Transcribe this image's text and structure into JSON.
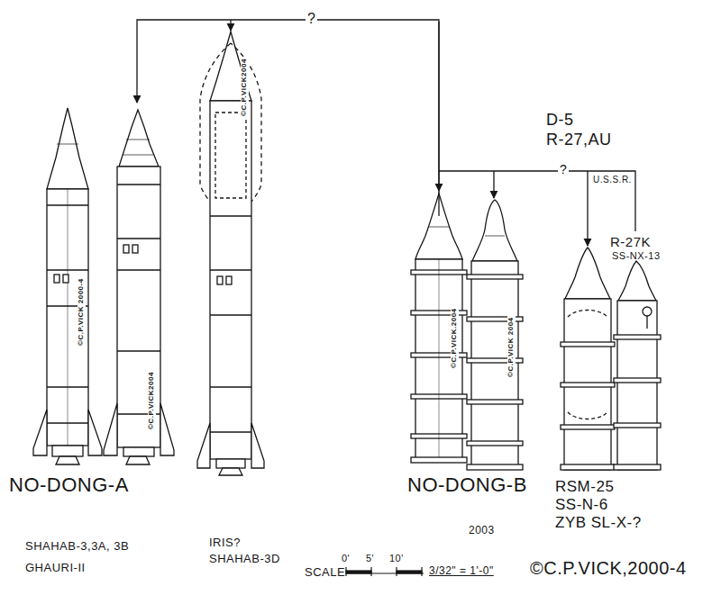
{
  "diagram": {
    "labels": [
      "?",
      "D-5",
      "R-27,AU",
      "?",
      "U.S.S.R.",
      "R-27K",
      "SS-NX-13",
      "©C.P.VICK 2000-4",
      "©C.P.VICK2004",
      "©C.P.VICK2004",
      "©C.P.VICK.2004",
      "©C.P.VICK 2004",
      "NO-DONG-A",
      "NO-DONG-B",
      "RSM-25",
      "SS-N-6",
      "ZYB SL-X-?",
      "2003",
      "SHAHAB-3,3A, 3B",
      "GHAURI-II",
      "IRIS?",
      "SHAHAB-3D",
      "SCALE",
      "0'",
      "5'",
      "10'",
      "3/32\" = 1'-0\"",
      "©C.P.VICK,2000-4"
    ]
  }
}
